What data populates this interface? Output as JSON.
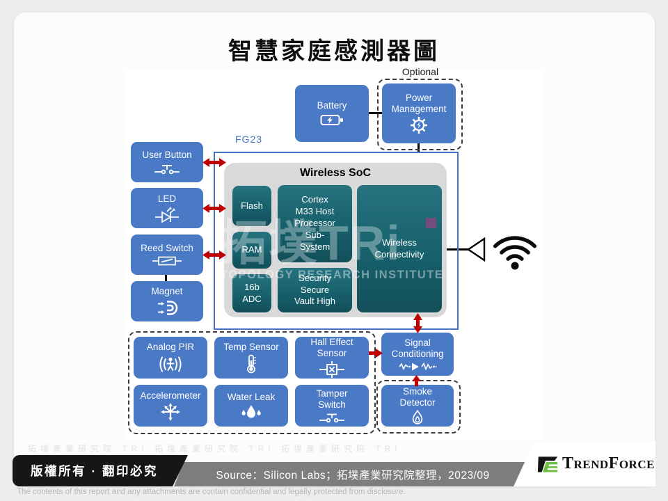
{
  "title": "智慧家庭感測器圖",
  "labels": {
    "optional": "Optional",
    "chip": "FG23"
  },
  "power": {
    "battery": "Battery",
    "pm": "Power\nManagement"
  },
  "soc": {
    "title": "Wireless SoC",
    "flash": "Flash",
    "ram": "RAM",
    "adc": "16b\nADC",
    "cortex": "Cortex\nM33 Host\nProcessor\nSub-\nSystem",
    "security": "Security\nSecure\nVault High",
    "wireless": "Wireless\nConnectivity"
  },
  "peripherals": {
    "user_button": "User Button",
    "led": "LED",
    "reed_switch": "Reed Switch",
    "magnet": "Magnet"
  },
  "sensors": {
    "analog_pir": "Analog PIR",
    "temp": "Temp Sensor",
    "hall": "Hall Effect\nSensor",
    "accelerometer": "Accelerometer",
    "water_leak": "Water Leak",
    "tamper": "Tamper\nSwitch",
    "signal": "Signal\nConditioning",
    "smoke": "Smoke\nDetector"
  },
  "watermark": {
    "big": "拓墣TRi",
    "subtitle": "TOPOLOGY RESEARCH INSTITUTE",
    "row": "拓墣產業研究院 TRI 拓墣產業研究院 TRI 拓墣產業研究院 TRI"
  },
  "footer": {
    "copyright": "版權所有 · 翻印必究",
    "source": "Source：Silicon Labs；拓墣產業研究院整理，2023/09",
    "brand": "TrendForce",
    "disclaimer": "The contents of this report and any attachments are contain confidential and legally protected from disclosure."
  },
  "icons": {
    "battery": "battery-icon",
    "pm": "power-gear-icon",
    "user_button": "push-button-icon",
    "led": "led-diode-icon",
    "reed_switch": "reed-switch-icon",
    "magnet": "magnet-icon",
    "analog_pir": "motion-person-icon",
    "temp": "thermometer-icon",
    "hall": "boxed-x-icon",
    "accelerometer": "multi-arrow-icon",
    "water_leak": "droplets-icon",
    "tamper": "push-button-icon",
    "signal": "waveform-amplifier-icon",
    "smoke": "flame-icon",
    "antenna": "antenna-icon",
    "wifi": "wifi-icon",
    "brand_logo": "trendforce-logo"
  },
  "colors": {
    "box_blue": "#4a79c5",
    "fg_border_blue": "#4472c4",
    "teal": "#17606c",
    "arrow_red": "#c00000",
    "soc_gray": "#d9d9d9",
    "brand_green": "#6fbe44",
    "banner_black": "#161616",
    "banner_gray": "#7d7d7d"
  }
}
